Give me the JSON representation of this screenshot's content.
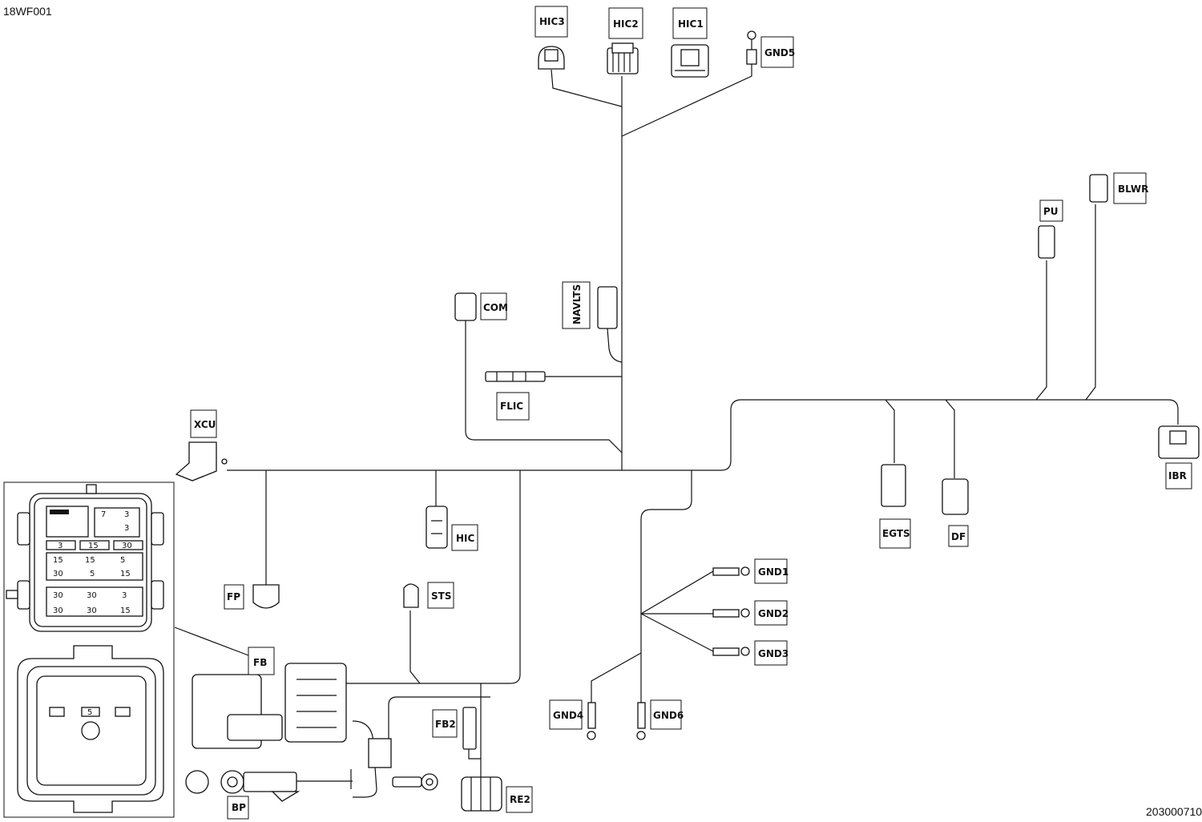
{
  "drawing_id": "18WF001",
  "part_number": "203000710",
  "labels": {
    "hic3": "HIC3",
    "hic2": "HIC2",
    "hic1": "HIC1",
    "gnd5": "GND5",
    "blwr": "BLWR",
    "pu": "PU",
    "com": "COM",
    "navlts": "NAVLTS",
    "flic": "FLIC",
    "xcu": "XCU",
    "hic": "HIC",
    "sts": "STS",
    "fp": "FP",
    "fb": "FB",
    "fb2": "FB2",
    "re2": "RE2",
    "bp": "BP",
    "egts": "EGTS",
    "df": "DF",
    "ibr": "IBR",
    "gnd1": "GND1",
    "gnd2": "GND2",
    "gnd3": "GND3",
    "gnd4": "GND4",
    "gnd6": "GND6"
  },
  "fuse_box": {
    "top_row": [
      "3",
      "15",
      "30"
    ],
    "right_column": [
      "7",
      "3",
      "3"
    ],
    "middle_rows": [
      [
        "15",
        "15",
        "5"
      ],
      [
        "30",
        "5",
        "15"
      ]
    ],
    "bottom_rows": [
      [
        "30",
        "30",
        "3"
      ],
      [
        "30",
        "30",
        "15"
      ]
    ],
    "cover": [
      "5"
    ]
  }
}
